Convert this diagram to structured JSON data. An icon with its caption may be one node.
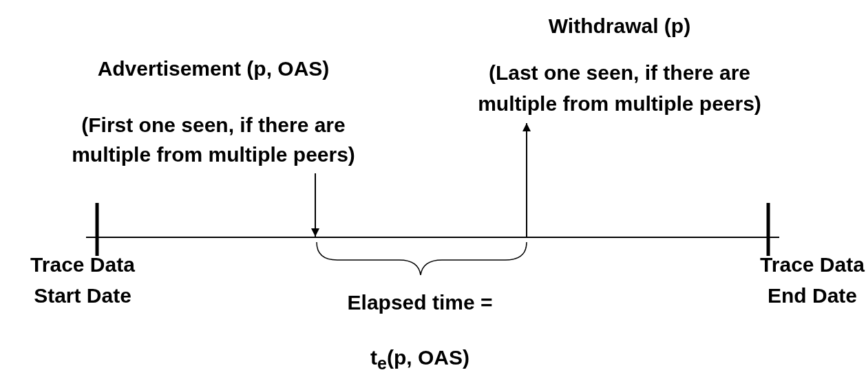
{
  "diagram": {
    "nodes": [
      {
        "text": [
          "Advertisement (p, OAS)",
          "(First one seen, if there are multiple from multiple peers)"
        ]
      },
      {
        "text": [
          "Withdrawal (p)",
          "(Last one seen, if there are multiple from multiple peers)"
        ]
      },
      {
        "text": [],
        "shape": "bar"
      }
    ],
    "edges": [
      {
        "from": 0,
        "to": 2,
        "arrow": "to"
      },
      {
        "from": 2,
        "to": 1,
        "arrow": "to"
      }
    ],
    "labels": [
      "Trace Data Start Date",
      "Trace Data End Date",
      "Elapsed time =",
      "t$_{e}$(p, OAS)"
    ]
  }
}
